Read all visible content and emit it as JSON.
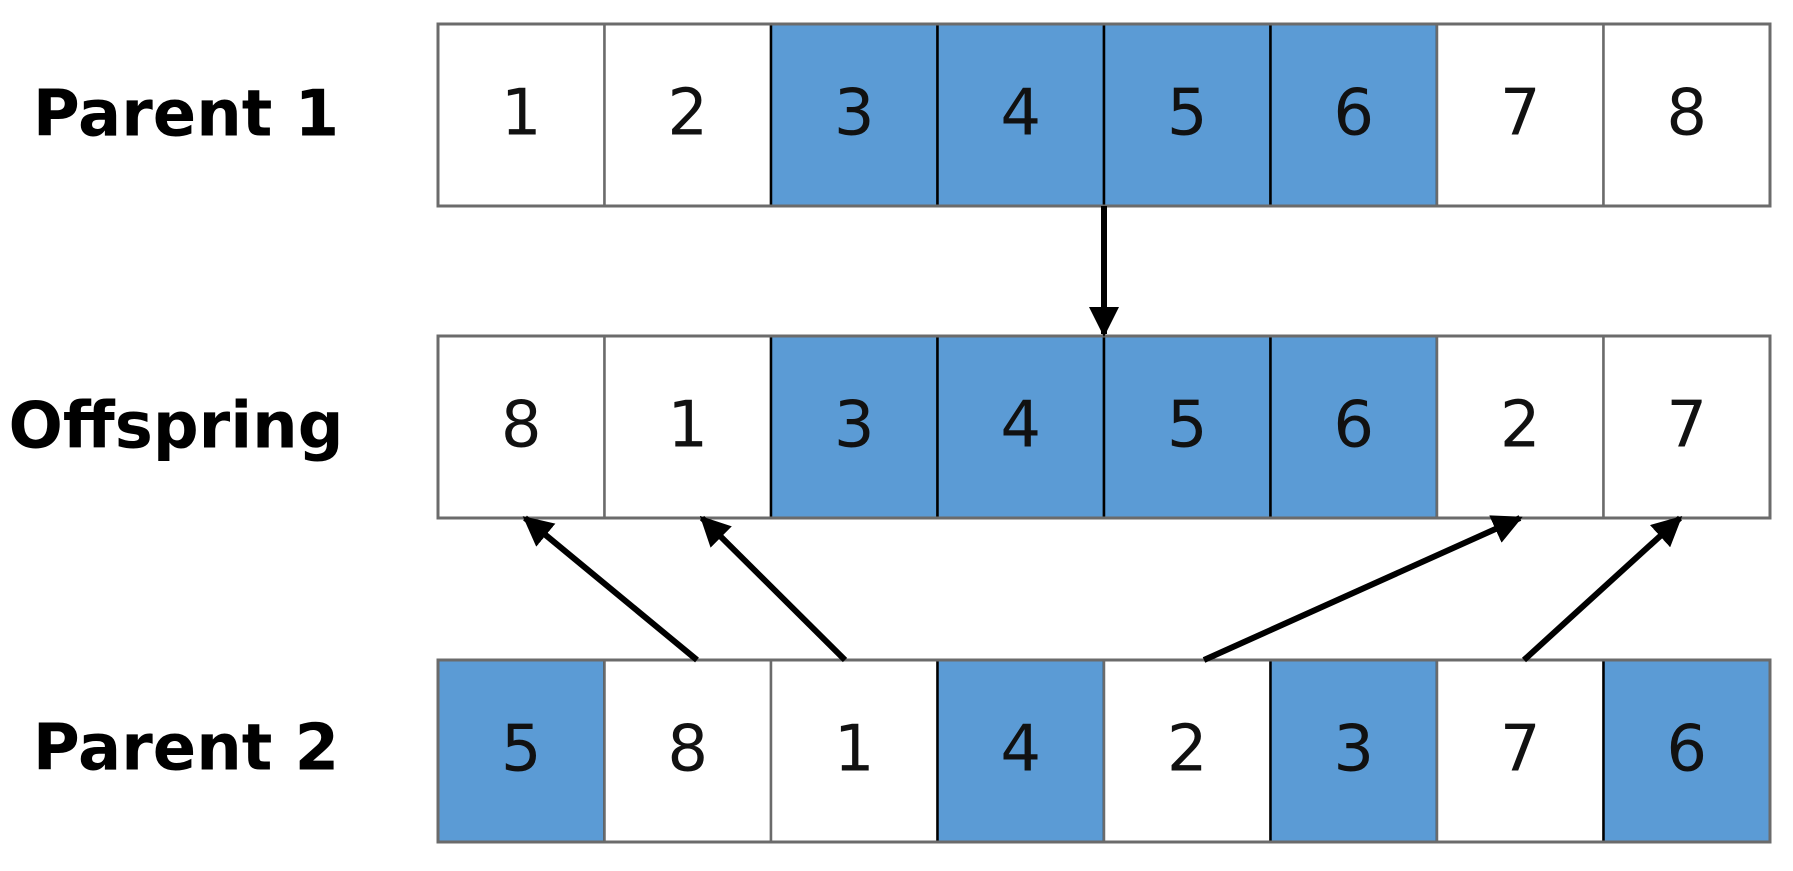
{
  "colors": {
    "highlight": "#5b9bd5",
    "plain": "#ffffff",
    "border": "#6b6b6b",
    "divider": "#000000",
    "arrow": "#000000",
    "text": "#111111"
  },
  "rows": [
    {
      "label": "Parent 1",
      "cells": [
        {
          "value": "1",
          "highlighted": false
        },
        {
          "value": "2",
          "highlighted": false
        },
        {
          "value": "3",
          "highlighted": true
        },
        {
          "value": "4",
          "highlighted": true
        },
        {
          "value": "5",
          "highlighted": true
        },
        {
          "value": "6",
          "highlighted": true
        },
        {
          "value": "7",
          "highlighted": false
        },
        {
          "value": "8",
          "highlighted": false
        }
      ]
    },
    {
      "label": "Offspring",
      "cells": [
        {
          "value": "8",
          "highlighted": false
        },
        {
          "value": "1",
          "highlighted": false
        },
        {
          "value": "3",
          "highlighted": true
        },
        {
          "value": "4",
          "highlighted": true
        },
        {
          "value": "5",
          "highlighted": true
        },
        {
          "value": "6",
          "highlighted": true
        },
        {
          "value": "2",
          "highlighted": false
        },
        {
          "value": "7",
          "highlighted": false
        }
      ]
    },
    {
      "label": "Parent 2",
      "cells": [
        {
          "value": "5",
          "highlighted": true
        },
        {
          "value": "8",
          "highlighted": false
        },
        {
          "value": "1",
          "highlighted": false
        },
        {
          "value": "4",
          "highlighted": true
        },
        {
          "value": "2",
          "highlighted": false
        },
        {
          "value": "3",
          "highlighted": true
        },
        {
          "value": "7",
          "highlighted": false
        },
        {
          "value": "6",
          "highlighted": true
        }
      ]
    }
  ],
  "arrows": [
    {
      "from": "Parent 1 segment 3-6",
      "to": "Offspring positions 3-6"
    },
    {
      "from": "Parent 2 gene 8",
      "to": "Offspring position 1"
    },
    {
      "from": "Parent 2 gene 1",
      "to": "Offspring position 2"
    },
    {
      "from": "Parent 2 gene 2",
      "to": "Offspring position 7"
    },
    {
      "from": "Parent 2 gene 7",
      "to": "Offspring position 8"
    }
  ]
}
